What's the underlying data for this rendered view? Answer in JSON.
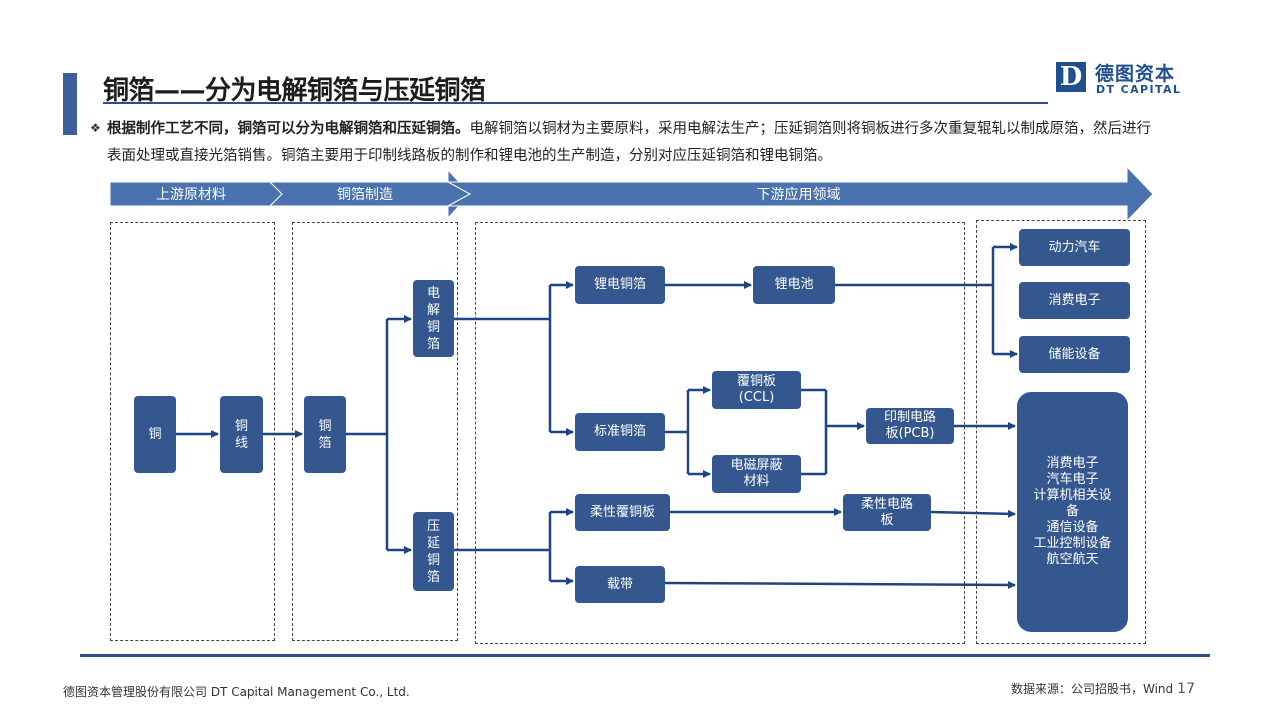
{
  "header": {
    "title": "铜箔——分为电解铜箔与压延铜箔",
    "logo_letter": "D",
    "logo_cn": "德图资本",
    "logo_en": "DT CAPITAL"
  },
  "intro": {
    "bold": "根据制作工艺不同，铜箔可以分为电解铜箔和压延铜箔。",
    "rest": "电解铜箔以铜材为主要原料，采用电解法生产；压延铜箔则将铜板进行多次重复辊轧以制成原箔，然后进行表面处理或直接光箔销售。铜箔主要用于印制线路板的制作和锂电池的生产制造，分别对应压延铜箔和锂电铜箔。"
  },
  "stages": [
    "上游原材料",
    "铜箔制造",
    "下游应用领域"
  ],
  "nodes": {
    "copper": "铜",
    "wire": "铜线",
    "foil": "铜箔",
    "ed": "电解铜箔",
    "ra": "压延铜箔",
    "li_foil": "锂电铜箔",
    "battery": "锂电池",
    "std_foil": "标准铜箔",
    "ccl": "覆铜板\n(CCL)",
    "emi": "电磁屏蔽\n材料",
    "pcb": "印制电路\n板(PCB)",
    "fccl": "柔性覆铜板",
    "fpc": "柔性电路\n板",
    "tape": "载带",
    "ev": "动力汽车",
    "consumer": "消费电子",
    "storage": "储能设备",
    "apps": "消费电子\n汽车电子\n计算机相关设\n备\n通信设备\n工业控制设备\n航空航天"
  },
  "footer": {
    "company": "德图资本管理股份有限公司  DT Capital Management  Co., Ltd.",
    "source": "数据来源：公司招股书，Wind",
    "page": "17"
  },
  "colors": {
    "accent": "#35578f",
    "arrow": "#4a72ae",
    "line": "#1f4581"
  }
}
